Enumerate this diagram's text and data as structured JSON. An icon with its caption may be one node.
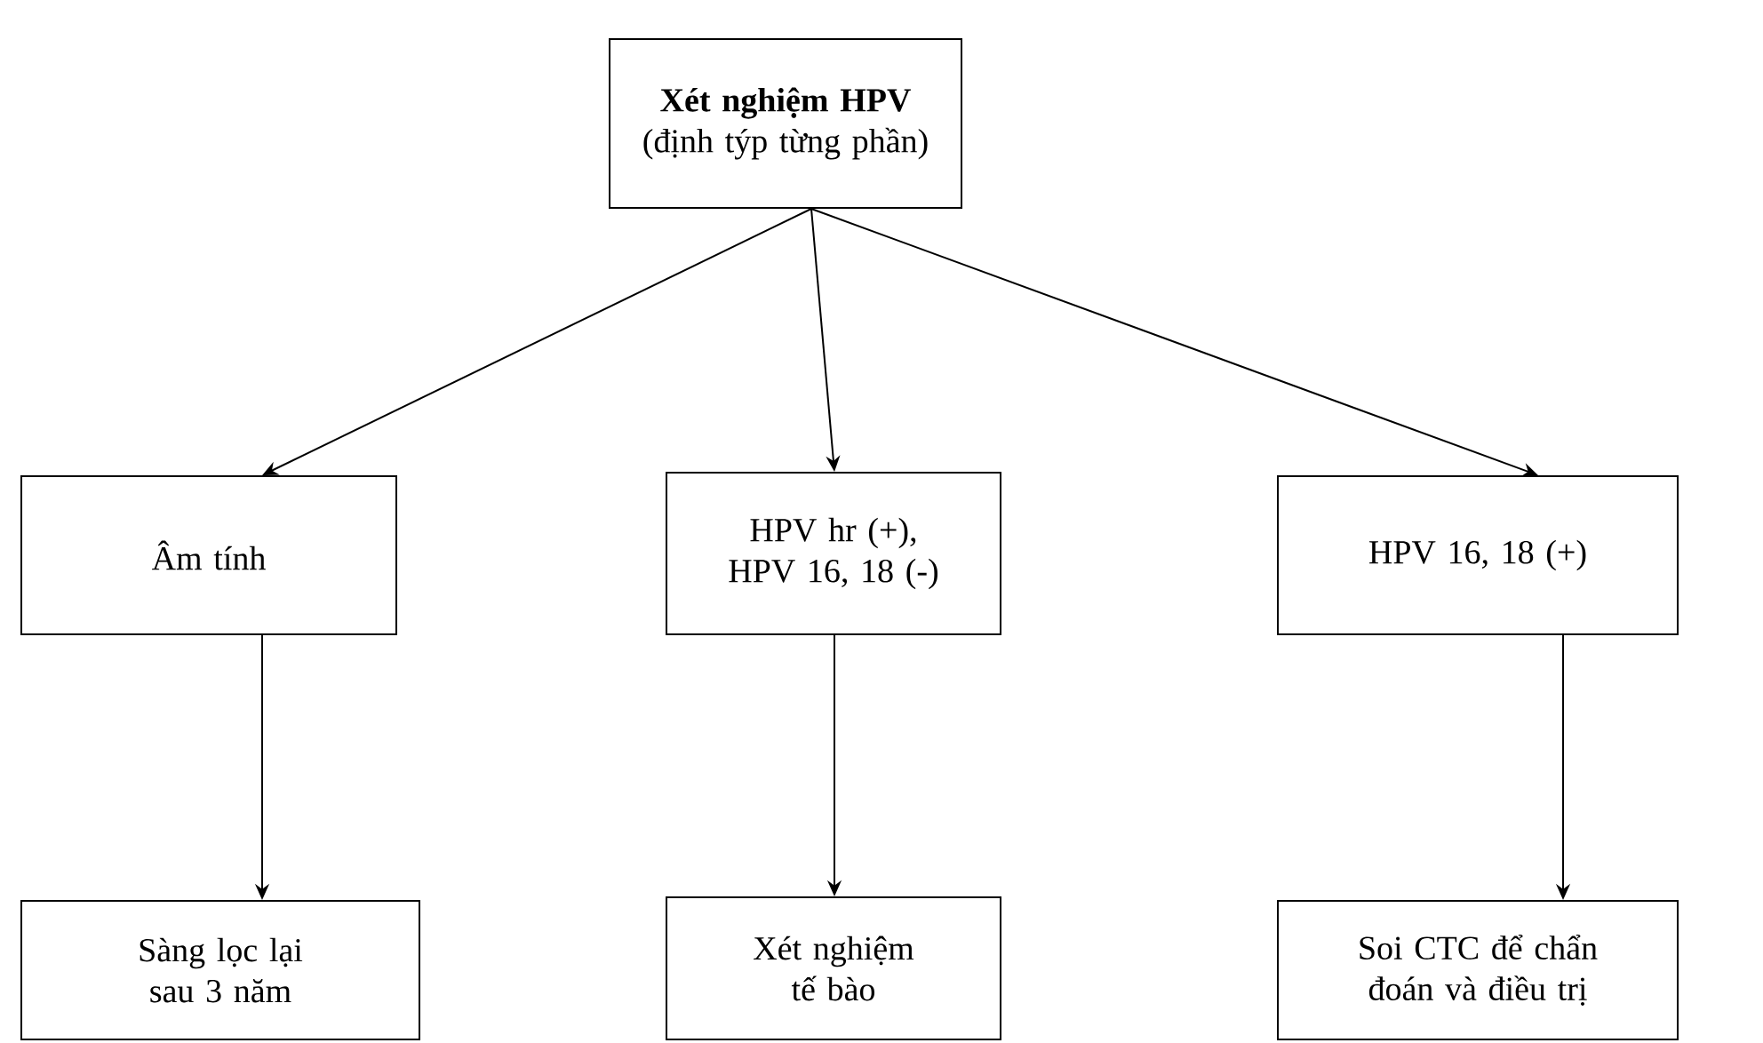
{
  "diagram": {
    "nodes": [
      {
        "text": [
          "Xét nghiệm HPV",
          "(định týp từng phần)"
        ]
      },
      {
        "text": [
          "Âm tính"
        ]
      },
      {
        "text": [
          "HPV hr (+), HPV 16, 18 (-)"
        ]
      },
      {
        "text": [
          "HPV 16, 18 (+)"
        ]
      },
      {
        "text": [
          "Sàng lọc lại sau 3 năm"
        ]
      },
      {
        "text": [
          "Xét nghiệm tế bào"
        ]
      },
      {
        "text": [
          "Soi CTC để chẩn đoán và điều trị"
        ]
      }
    ],
    "edges": [
      {
        "from": 0,
        "to": 1,
        "arrow": "to"
      },
      {
        "from": 0,
        "to": 2,
        "arrow": "to"
      },
      {
        "from": 0,
        "to": 3,
        "arrow": "to"
      },
      {
        "from": 1,
        "to": 4,
        "arrow": "to"
      },
      {
        "from": 2,
        "to": 5,
        "arrow": "to"
      },
      {
        "from": 3,
        "to": 6,
        "arrow": "to"
      }
    ]
  }
}
